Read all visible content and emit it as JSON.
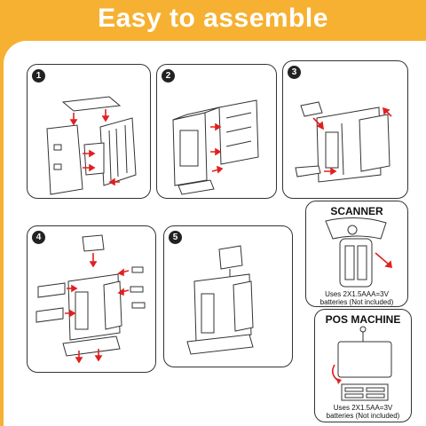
{
  "header": {
    "title": "Easy to assemble"
  },
  "steps": [
    {
      "number": "1",
      "icon": "cabinet-assembly-icon"
    },
    {
      "number": "2",
      "icon": "cabinet-stand-icon"
    },
    {
      "number": "3",
      "icon": "battery-cover-icon"
    },
    {
      "number": "4",
      "icon": "pos-machine-exploded-icon"
    },
    {
      "number": "5",
      "icon": "pos-machine-complete-icon"
    }
  ],
  "scanner": {
    "title": "SCANNER",
    "caption_line1": "Uses 2X1.5AAA=3V",
    "caption_line2": "batteries (Not included)",
    "icon": "scanner-battery-icon"
  },
  "pos": {
    "title": "POS MACHINE",
    "caption_line1": "Uses 2X1.5AA=3V",
    "caption_line2": "batteries (Not included)",
    "icon": "pos-battery-icon"
  },
  "colors": {
    "background": "#f6b132",
    "panel": "#ffffff",
    "arrow": "#e02020",
    "line": "#333333"
  }
}
